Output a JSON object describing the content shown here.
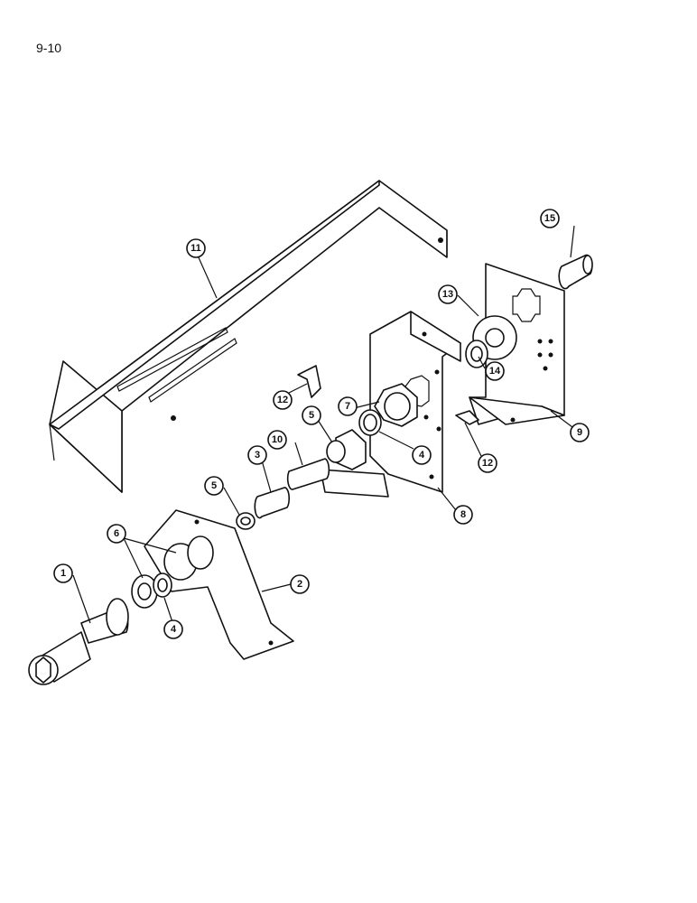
{
  "page": {
    "label": "9-10"
  },
  "callouts": [
    {
      "id": "c1",
      "text": "1"
    },
    {
      "id": "c2",
      "text": "2"
    },
    {
      "id": "c3",
      "text": "3"
    },
    {
      "id": "c4a",
      "text": "4"
    },
    {
      "id": "c4b",
      "text": "4"
    },
    {
      "id": "c5a",
      "text": "5"
    },
    {
      "id": "c5b",
      "text": "5"
    },
    {
      "id": "c6",
      "text": "6"
    },
    {
      "id": "c7",
      "text": "7"
    },
    {
      "id": "c8",
      "text": "8"
    },
    {
      "id": "c9",
      "text": "9"
    },
    {
      "id": "c10",
      "text": "10"
    },
    {
      "id": "c11",
      "text": "11"
    },
    {
      "id": "c12a",
      "text": "12"
    },
    {
      "id": "c12b",
      "text": "12"
    },
    {
      "id": "c13",
      "text": "13"
    },
    {
      "id": "c14",
      "text": "14"
    },
    {
      "id": "c15",
      "text": "15"
    }
  ]
}
